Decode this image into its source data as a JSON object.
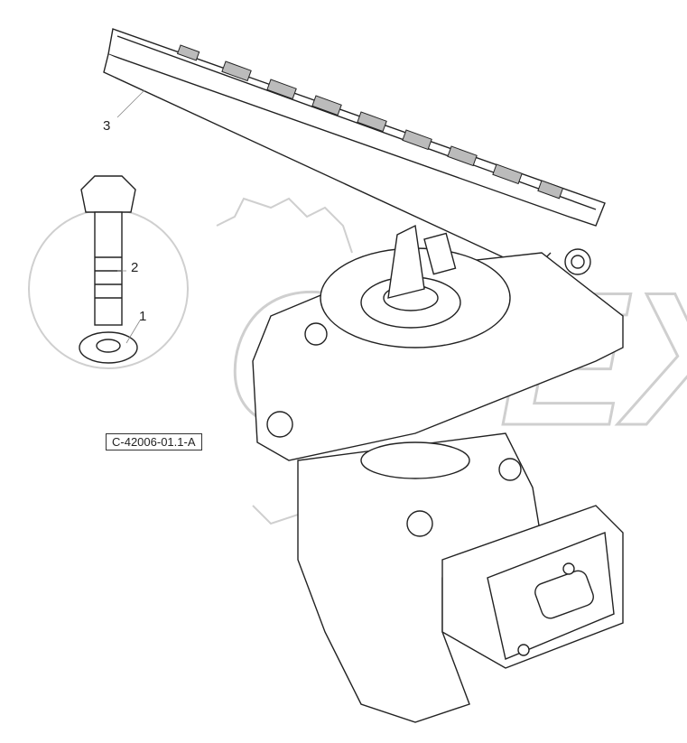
{
  "diagram": {
    "callouts": [
      {
        "number": "1",
        "part": "washer"
      },
      {
        "number": "2",
        "part": "bolt"
      },
      {
        "number": "3",
        "part": "pedal"
      }
    ],
    "figure_code": "C-42006-01.1-A",
    "watermark": "OPEX",
    "colors": {
      "line": "#222222",
      "watermark": "#c8c8c8"
    }
  }
}
